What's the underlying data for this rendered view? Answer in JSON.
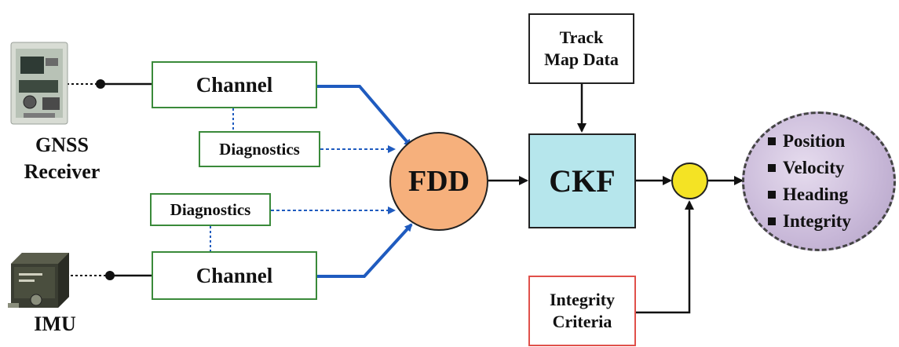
{
  "sources": {
    "gnss_label_line1": "GNSS",
    "gnss_label_line2": "Receiver",
    "imu_label": "IMU"
  },
  "blocks": {
    "channel_top": "Channel",
    "diagnostics_top": "Diagnostics",
    "diagnostics_bottom": "Diagnostics",
    "channel_bottom": "Channel",
    "fdd": "FDD",
    "ckf": "CKF",
    "track_map_line1": "Track",
    "track_map_line2": "Map Data",
    "integrity_line1": "Integrity",
    "integrity_line2": "Criteria"
  },
  "outputs": [
    "Position",
    "Velocity",
    "Heading",
    "Integrity"
  ],
  "colors": {
    "channel_border": "#3a8a3a",
    "data_arrow": "#1f5bbf",
    "fdd_fill": "#f6b07c",
    "ckf_fill": "#b6e6ec",
    "sum_fill": "#f4e324",
    "output_fill": "#c8b8d8",
    "integrity_border": "#e0504a"
  }
}
